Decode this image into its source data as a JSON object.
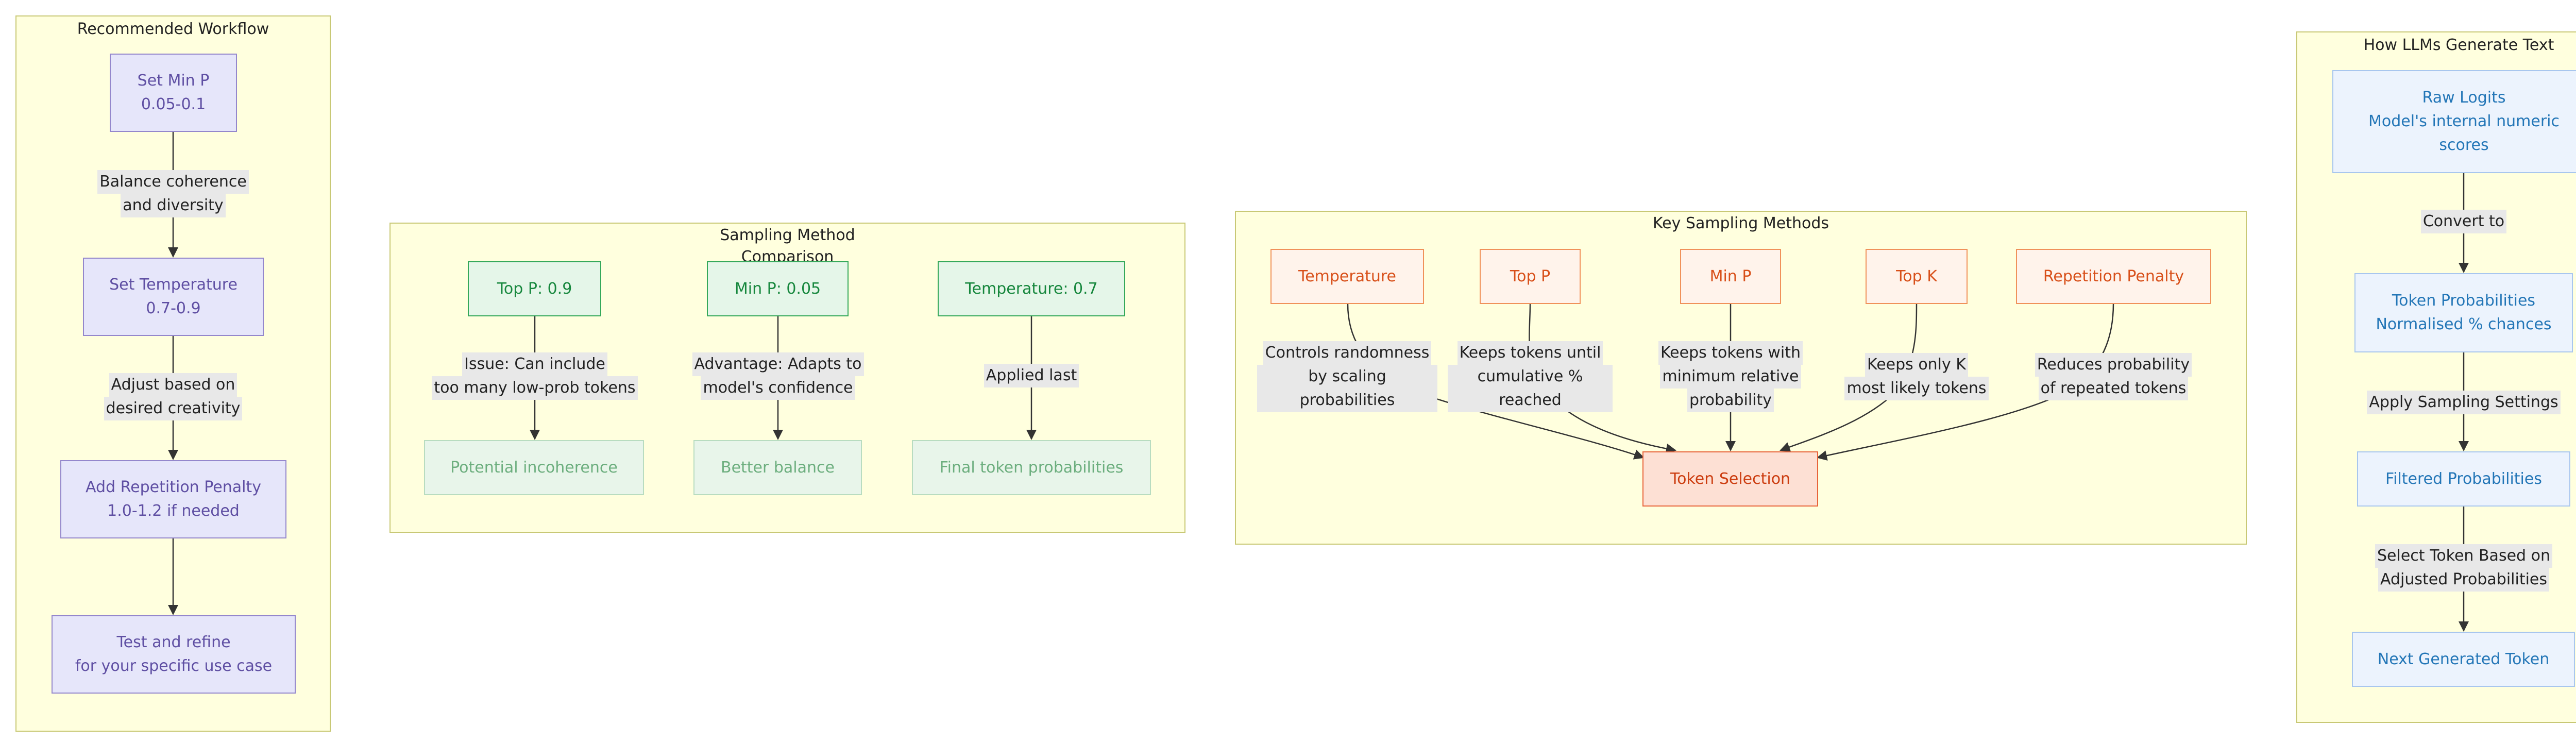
{
  "colors": {
    "cluster_fill": "#ffffde",
    "cluster_border": "#c8c875",
    "edge": "#333333",
    "label_bg": "#e8e8e8"
  },
  "workflow": {
    "title": "Recommended Workflow",
    "steps": [
      {
        "line1": "Set Min P",
        "line2": "0.05-0.1"
      },
      {
        "line1": "Set Temperature",
        "line2": "0.7-0.9"
      },
      {
        "line1": "Add Repetition Penalty",
        "line2": "1.0-1.2 if needed"
      },
      {
        "line1": "Test and refine",
        "line2": "for your specific use case"
      }
    ],
    "edge_labels": [
      {
        "line1": "Balance coherence",
        "line2": "and diversity"
      },
      {
        "line1": "Adjust based on",
        "line2": "desired creativity"
      }
    ]
  },
  "comparison": {
    "title_line1": "Sampling Method",
    "title_line2": "Comparison",
    "columns": [
      {
        "top": "Top P: 0.9",
        "label_line1": "Issue: Can include",
        "label_line2": "too many low-prob tokens",
        "bottom": "Potential incoherence"
      },
      {
        "top": "Min P: 0.05",
        "label_line1": "Advantage: Adapts to",
        "label_line2": "model's confidence",
        "bottom": "Better balance"
      },
      {
        "top": "Temperature: 0.7",
        "label_line1": "Applied last",
        "label_line2": "",
        "bottom": "Final token probabilities"
      }
    ]
  },
  "methods": {
    "title": "Key Sampling Methods",
    "items": [
      {
        "name": "Temperature",
        "label_line1": "Controls randomness",
        "label_line2": "by scaling probabilities",
        "label_line3": ""
      },
      {
        "name": "Top P",
        "label_line1": "Keeps tokens until",
        "label_line2": "cumulative % reached",
        "label_line3": ""
      },
      {
        "name": "Min P",
        "label_line1": "Keeps tokens with",
        "label_line2": "minimum relative",
        "label_line3": "probability"
      },
      {
        "name": "Top K",
        "label_line1": "Keeps only K",
        "label_line2": "most likely tokens",
        "label_line3": ""
      },
      {
        "name": "Repetition Penalty",
        "label_line1": "Reduces probability",
        "label_line2": "of repeated tokens",
        "label_line3": ""
      }
    ],
    "target": "Token Selection"
  },
  "generation": {
    "title": "How LLMs Generate Text",
    "nodes": [
      {
        "line1": "Raw Logits",
        "line2": "Model's internal numeric",
        "line3": "scores"
      },
      {
        "line1": "Token Probabilities",
        "line2": "Normalised % chances",
        "line3": ""
      },
      {
        "line1": "Filtered Probabilities",
        "line2": "",
        "line3": ""
      },
      {
        "line1": "Next Generated Token",
        "line2": "",
        "line3": ""
      }
    ],
    "edge_labels": [
      {
        "line1": "Convert to",
        "line2": ""
      },
      {
        "line1": "Apply Sampling Settings",
        "line2": ""
      },
      {
        "line1": "Select Token Based on",
        "line2": "Adjusted Probabilities"
      }
    ]
  }
}
